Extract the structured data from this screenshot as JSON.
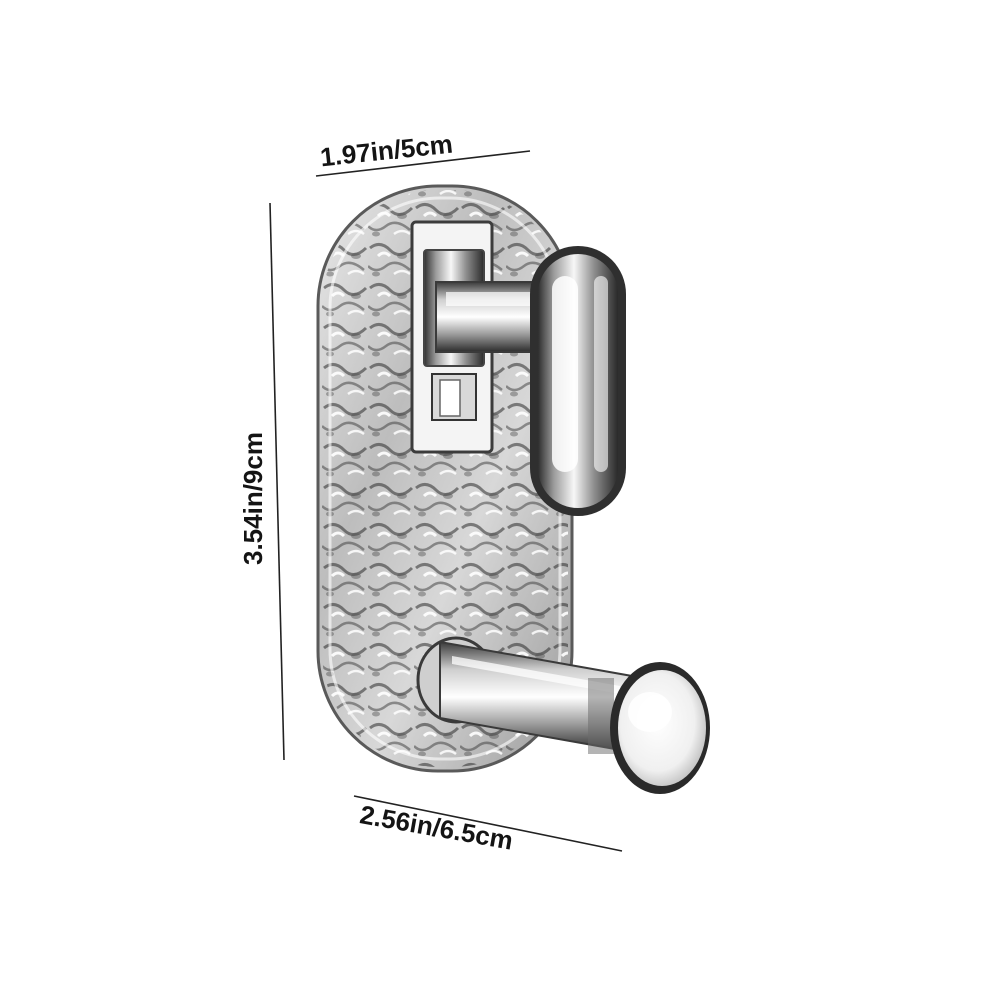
{
  "dimensions": {
    "top_width": "1.97in/5cm",
    "height": "3.54in/9cm",
    "bottom_depth": "2.56in/6.5cm"
  },
  "colors": {
    "background": "#ffffff",
    "dimension_line": "#222222",
    "label_text": "#141414",
    "chrome_dark": "#3a3a3a",
    "chrome_light": "#f2f2f2"
  }
}
